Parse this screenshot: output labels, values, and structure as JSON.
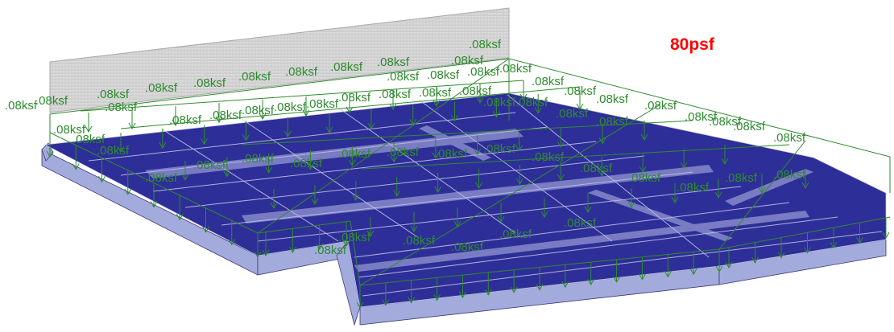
{
  "title": "80psf",
  "load_label": ".08ksf",
  "colors": {
    "title": "#ff0000",
    "load": "#2e8b2e",
    "wall": "#d4d4d4",
    "slab_top": "#2c2c96",
    "slab_edge": "#9fa7d8"
  },
  "load_labels": [
    ".08ksf",
    ".08ksf",
    ".08ksf",
    ".08ksf",
    ".08ksf",
    ".08ksf",
    ".08ksf",
    ".08ksf",
    ".08ksf",
    ".08ksf",
    ".08ksf",
    ".08ksf",
    ".08ksf",
    ".08ksf",
    ".08ksf",
    ".08ksf",
    ".08ksf",
    ".08ksf",
    ".08ksf",
    ".08ksf",
    ".08ksf",
    ".08ksf",
    ".08ksf",
    ".08ksf",
    ".08ksf",
    ".08ksf",
    ".08ksf",
    ".08ksf",
    ".08ksf",
    ".08ksf",
    ".08ksf",
    ".08ksf",
    ".08ksf",
    ".08ksf",
    ".08ksf",
    ".08ksf",
    ".08ksf",
    ".08ksf",
    ".08ksf",
    ".08ksf",
    ".08ksf",
    ".08ksf",
    ".08ksf",
    ".08ksf",
    ".08ksf",
    ".08ksf",
    ".08ksf",
    ".08ksf",
    ".08ksf",
    ".08ksf",
    ".08ksf",
    ".08ksf",
    ".08ksf",
    ".08ksf",
    ".08ksf",
    ".08ksf",
    ".08ksf",
    ".08ksf",
    ".08ksf",
    ".08ksf"
  ]
}
